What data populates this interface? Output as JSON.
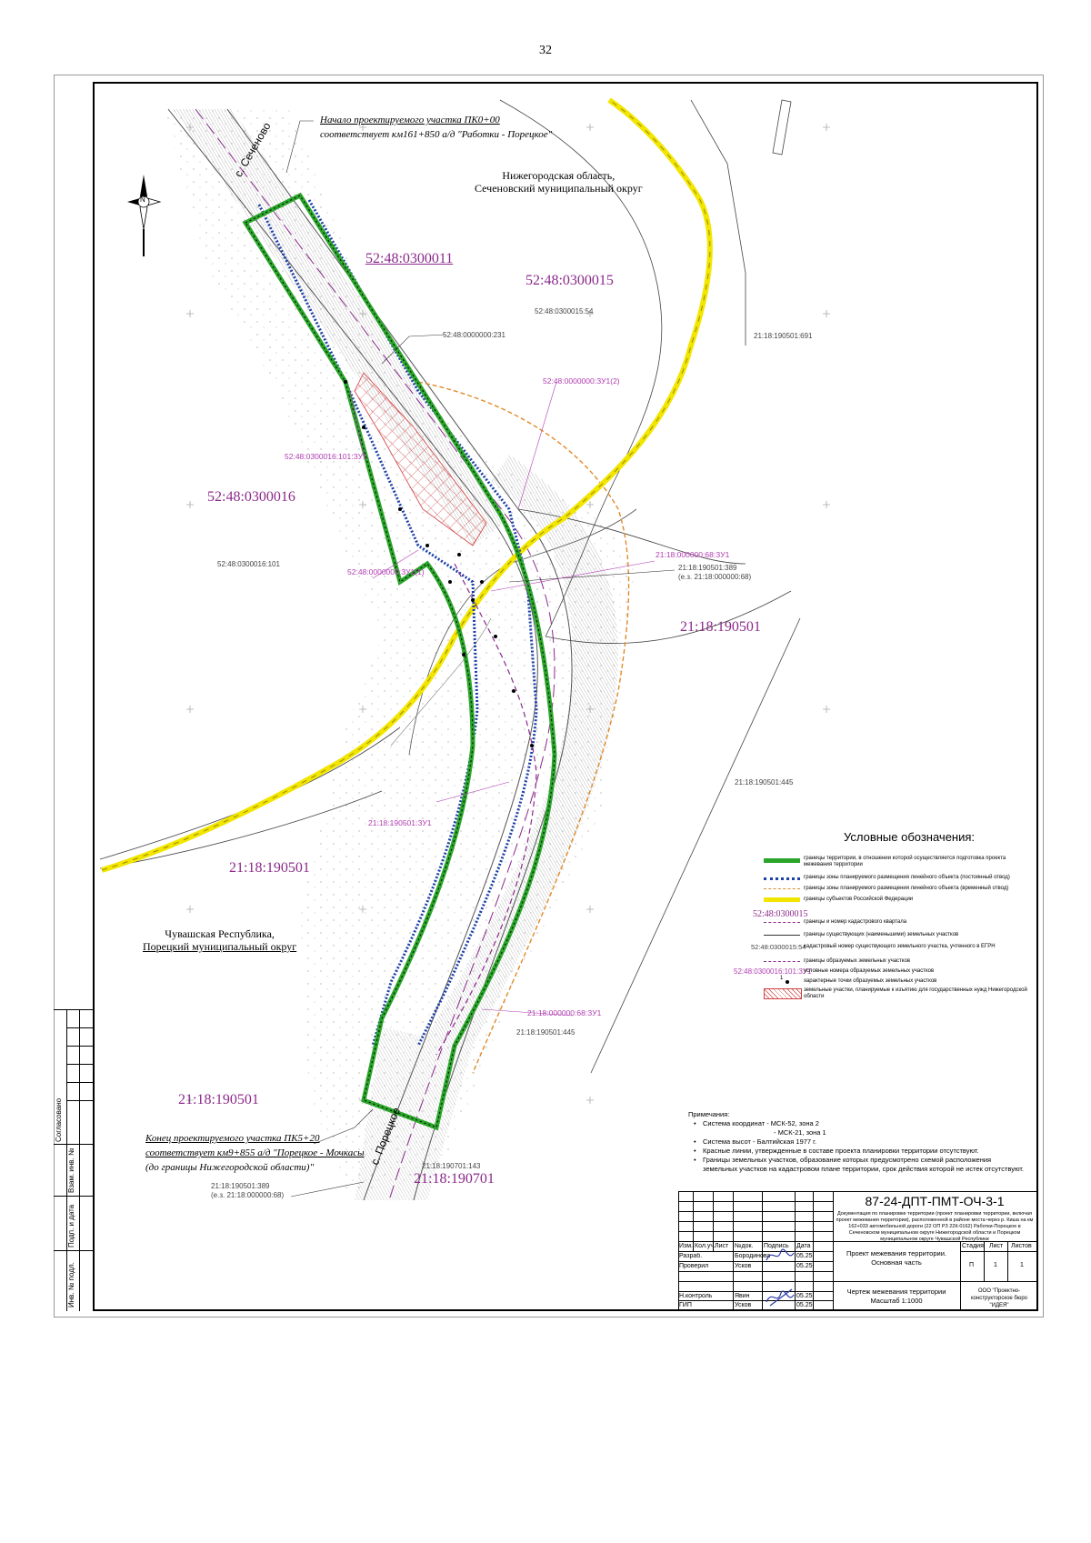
{
  "page_number": "32",
  "map": {
    "quarters": [
      "52:48:0300011",
      "52:48:0300015",
      "52:48:0300016",
      "21:18:190501",
      "21:18:190501",
      "21:18:190501",
      "21:18:190701"
    ],
    "parcels": [
      "52:48:0300015:54",
      "52:48:0000000:231",
      "52:48:0300016:101",
      "21:18:190501:691",
      "21:18:190501:389",
      "(е.з. 21:18:000000:68)",
      "21:18:190501:445",
      "21:18:190501:445",
      "21:18:190701:143",
      "21:18:190501:389",
      "(е.з. 21:18:000000:68)"
    ],
    "new_parcels": [
      "52:48:0000000:ЗУ1(2)",
      "52:48:0300016:101:ЗУ1",
      "52:48:0000000:ЗУ1(1)",
      "21:18:000000:68:ЗУ1",
      "21:18:190501:ЗУ1",
      "21:18:000000:68:ЗУ1"
    ],
    "regions": {
      "nizhny_line1": "Нижегородская область,",
      "nizhny_line2": "Сеченовский муниципальный округ",
      "chuvash_line1": "Чувашская Республика,",
      "chuvash_line2": "Порецкий муниципальный округ"
    },
    "start_note": {
      "line1": "Начало проектируемого участка ПК0+00",
      "line2": "соответствует км161+850 а/д \"Работки - Порецкое\""
    },
    "end_note": {
      "line1": "Конец проектируемого участка ПК5+20",
      "line2": "соответствует км9+855 а/д \"Порецкое - Мочкасы",
      "line3": "(до границы Нижегородской области)\""
    },
    "road_labels": {
      "top": "с. Сеченово",
      "bottom": "с. Порецкое"
    },
    "north_symbol": "N"
  },
  "legend": {
    "title": "Условные обозначения:",
    "items": [
      {
        "symbol": "green-thick",
        "text": "границы территории, в отношении которой осуществляется подготовка проекта межевания территории"
      },
      {
        "symbol": "blue-dots",
        "text": "границы зоны планируемого размещения линейного объекта (постоянный отвод)"
      },
      {
        "symbol": "orange-dash",
        "text": "границы зоны планируемого размещения линейного объекта (временный отвод)"
      },
      {
        "symbol": "yellow-thick",
        "text": "границы субъектов Российской Федерации"
      },
      {
        "symbol": "label-quarter",
        "label": "52:48:0300015",
        "text": "границы и номер кадастрового квартала"
      },
      {
        "symbol": "black-thin",
        "text": "границы существующих (наименьшими) земельных участков"
      },
      {
        "symbol": "label-parcel",
        "label": "52:48:0300015:54",
        "text": "кадастровый номер существующего земельного участка, учтенного в ЕГРН"
      },
      {
        "symbol": "purple-dash",
        "text": "границы образуемых земельных участков"
      },
      {
        "symbol": "label-zu",
        "label": "52:48:0300016:101:ЗУ1",
        "text": "условные номера образуемых земельных участков"
      },
      {
        "symbol": "point",
        "label": "1",
        "text": "характерные точки образуемых земельных участков"
      },
      {
        "symbol": "red-hatch",
        "text": "земельные участки, планируемые к изъятию для государственных нужд Нижегородской области"
      }
    ],
    "colors": {
      "green": "#2aa52a",
      "blue": "#1c3fa8",
      "orange": "#e08a2a",
      "yellow": "#f2e600",
      "purple": "#8b2a8b",
      "magenta": "#b03cb0",
      "red": "#d04040"
    }
  },
  "notes": {
    "title": "Примечания:",
    "items": [
      "Система координат - МСК-52, зона 2",
      "- МСК-21, зона 1",
      "Система высот - Балтийская 1977 г.",
      "Красные линии, утвержденные в составе проекта планировки территории отсутствуют.",
      "Границы земельных участков, образование которых предусмотрено схемой расположения земельных участков на кадастровом плане территории, срок действия которой не истек отсутствуют."
    ]
  },
  "stamp": {
    "code": "87-24-ДПТ-ПМТ-ОЧ-3-1",
    "description": "Документация по планировке территории (проект планировки территории, включая проект межевания территории), расположенной в районе моста через р. Киша на км 162+033 автомобильной дороги (22 ОП РЗ 22К-0162) Работки-Порецкое в Сеченовском муниципальном округе Нижегородской области и Порецком муниципальном округе Чувашской Республики",
    "header": [
      "Изм.",
      "Кол.уч.",
      "Лист",
      "№док.",
      "Подпись",
      "Дата"
    ],
    "rows": [
      {
        "role": "Разраб.",
        "name": "Бородинова",
        "date": "05.25"
      },
      {
        "role": "Проверил",
        "name": "Усков",
        "date": "05.25"
      },
      {
        "role": "Н.контроль",
        "name": "Явин",
        "date": "05.25"
      },
      {
        "role": "ГИП",
        "name": "Усков",
        "date": "05.25"
      }
    ],
    "title1_line1": "Проект межевания территории.",
    "title1_line2": "Основная часть",
    "title2_line1": "Чертеж межевания территории",
    "title2_line2": "Масштаб 1:1000",
    "stage_h": "Стадия",
    "sheet_h": "Лист",
    "sheets_h": "Листов",
    "stage": "П",
    "sheet": "1",
    "sheets": "1",
    "org": "ООО \"Проектно-конструкторское бюро \"ИДЕЯ\""
  },
  "side_stamp": {
    "agreed": "Согласовано",
    "inv_zam": "Взам. инв. №",
    "sign_date": "Подп. и дата",
    "inv_orig": "Инв. № подл."
  }
}
